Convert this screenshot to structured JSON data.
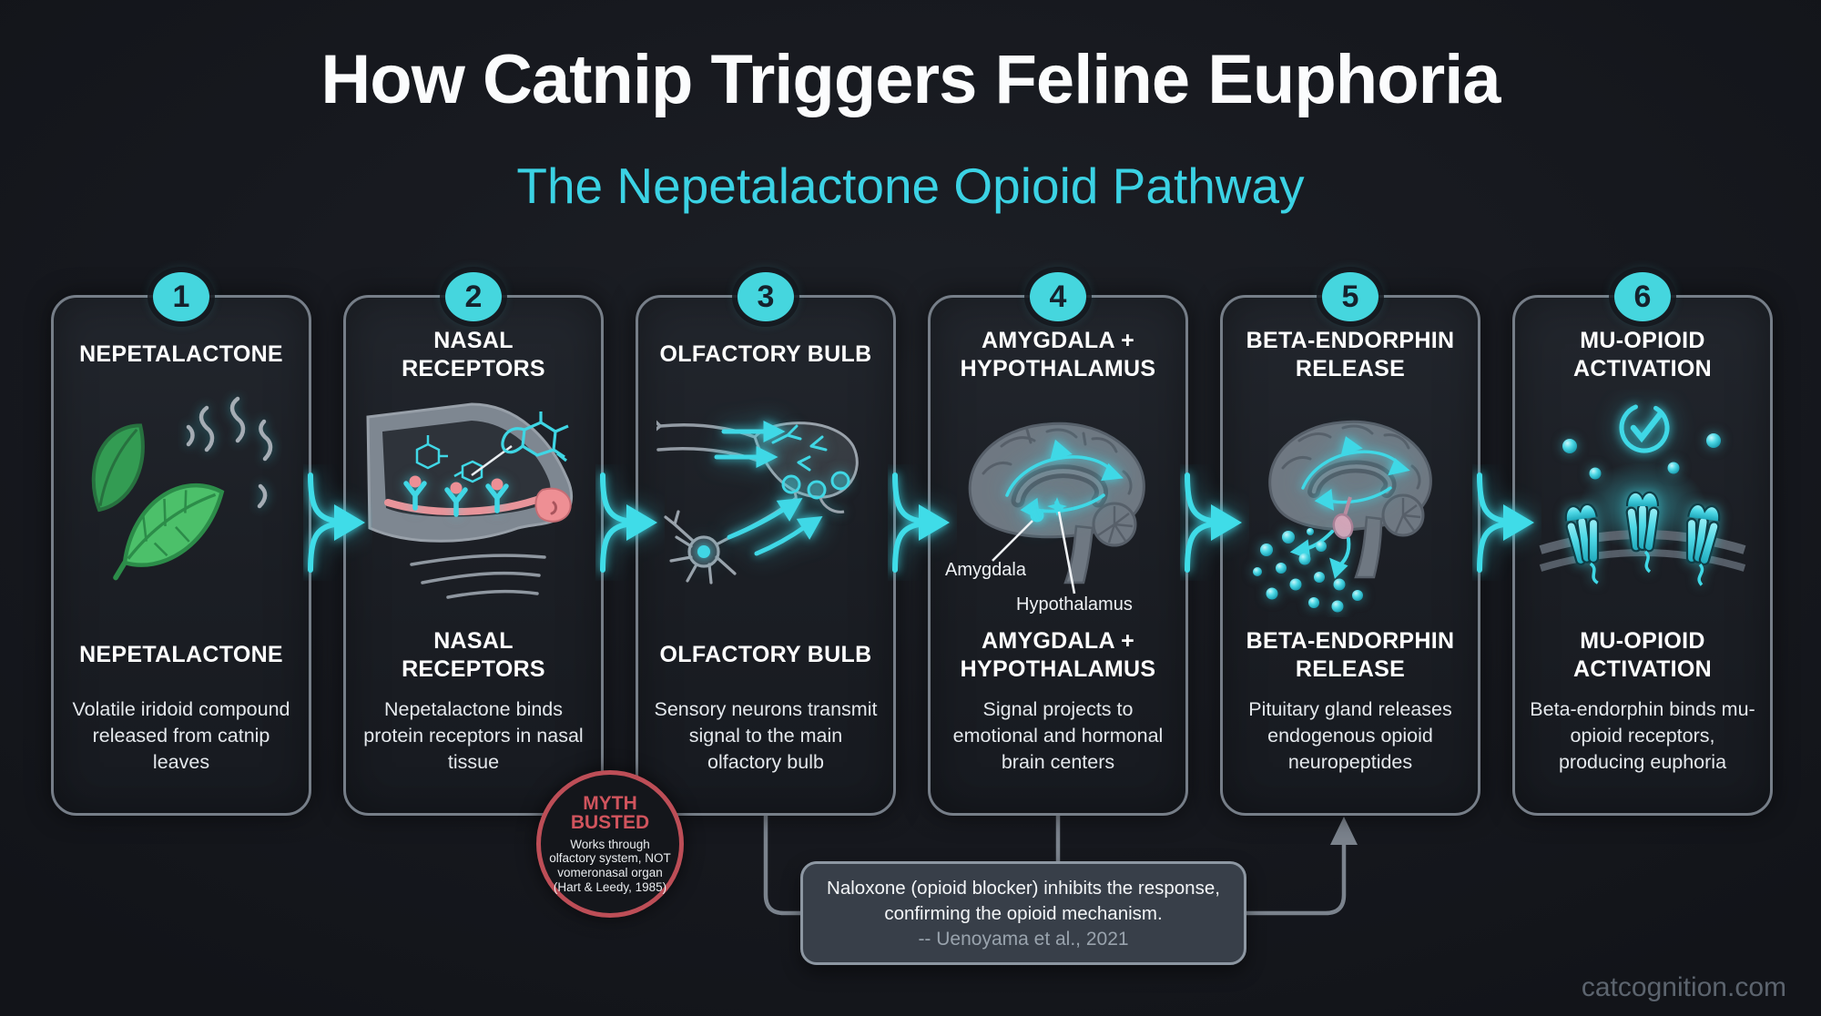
{
  "header": {
    "title": "How Catnip Triggers Feline Euphoria",
    "subtitle": "The Nepetalactone Opioid Pathway"
  },
  "steps": [
    {
      "number": "1",
      "title": "NEPETALACTONE",
      "description": "Volatile iridoid compound released from catnip leaves",
      "icon": "catnip-leaves-icon"
    },
    {
      "number": "2",
      "title": "NASAL RECEPTORS",
      "description": "Nepetalactone binds protein receptors in nasal tissue",
      "icon": "cat-nose-receptors-icon"
    },
    {
      "number": "3",
      "title": "OLFACTORY BULB",
      "description": "Sensory neurons transmit signal to the main olfactory bulb",
      "icon": "olfactory-neurons-icon"
    },
    {
      "number": "4",
      "title": "AMYGDALA + HYPOTHALAMUS",
      "description": "Signal projects to emotional and hormonal brain centers",
      "icon": "brain-pathway-icon",
      "labels": {
        "amygdala": "Amygdala",
        "hypothalamus": "Hypothalamus"
      }
    },
    {
      "number": "5",
      "title": "BETA-ENDORPHIN RELEASE",
      "description": "Pituitary gland releases endogenous opioid neuropeptides",
      "icon": "brain-endorphin-icon"
    },
    {
      "number": "6",
      "title": "MU-OPIOID ACTIVATION",
      "description": "Beta-endorphin binds mu-opioid receptors, producing euphoria",
      "icon": "mu-opioid-receptor-icon"
    }
  ],
  "myth_badge": {
    "title": "MYTH BUSTED",
    "body": "Works through olfactory system, NOT vomeronasal organ (Hart & Leedy, 1985)"
  },
  "note": {
    "lines": [
      "Naloxone (opioid blocker) inhibits the response,",
      "confirming the opioid mechanism."
    ],
    "citation": "-- Uenoyama et al., 2021"
  },
  "watermark": "catcognition.com",
  "colors": {
    "accent_cyan": "#3fd8e6",
    "badge_cyan": "#45d6de",
    "myth_red": "#bd4e57",
    "card_border": "#767e88",
    "leaf_green": "#4cc06a",
    "background": "#17191f"
  }
}
